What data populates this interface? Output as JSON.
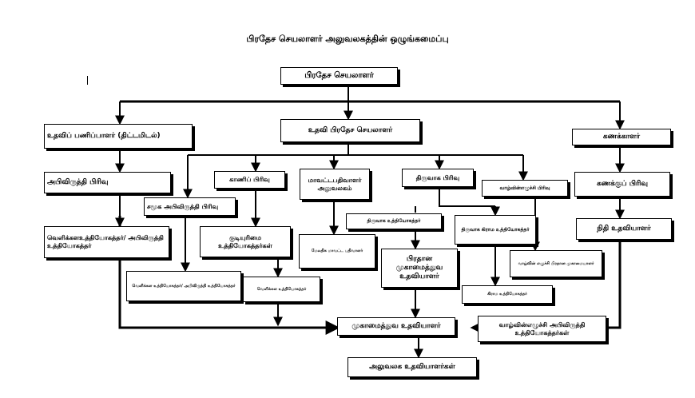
{
  "title": "பிரதேச செயலாளர் அலுவலகத்தின் ஒழுங்கமைப்பு",
  "nodes": {
    "ds": "பிரதேச செயலாளர்",
    "ap_planning": "உதவிப் பணிப்பாளர் (திட்டமிடல்)",
    "ads": "உதவி பிரதேச செயலாளர்",
    "accountant": "கணக்காளர்",
    "dev_div": "அபிவிருத்தி பிரிவு",
    "social_div": "சமூக அபிவிருத்தி பிரிவு",
    "land_div": "காணிப் பிரிவு",
    "reg_office": "மாவட்டபதிவாளர் அலுவலகம்",
    "admin_div": "திருவாக பிரிவு",
    "livelihood_div": "வாழ்வின்எழுச்சி பிரிவு",
    "acc_div": "கணக்குப் பிரிவு",
    "dev_officers": "வெளிக்களஉத்தியோகத்தர்/ அபிவிருத்தி உத்தியோகத்தர்",
    "civil_officers": "குடியுரிமை உத்தியோகத்தர்கள்",
    "dep_registrar": "மேலதிக மாவட்ட பதிவாளர்",
    "admin_officers": "திருவாக உத்தியோகத்தர்",
    "gn_officers": "திருவாக கிராம உத்தியோகத்தர்",
    "livelihood_manager": "வாழ்வின் எழுச்சி பிரதான முகாமையாளர்",
    "finance_asst": "நிதி உதவியாளர்",
    "field_dev_officers": "வெளிக்கள உத்தியோகத்தர்/ அபிவிருத்தி உத்தியோகத்தர்",
    "field_officers": "வெளிக்கள உத்தியோகத்தர்",
    "chief_mgmt_asst": "பிரதான முகாமைத்துவ உதவியாளர்",
    "village_officers": "கிராம உத்தியோகத்தர்",
    "mgmt_asst": "முகாமைத்துவ உதவியாளர்",
    "livelihood_dev_officers": "வாழ்வின்எழுச்சி அபிவிருத்தி உத்தியோகத்தர்கள்",
    "office_asst": "அலுவலக உதவியாளர்கள்"
  }
}
